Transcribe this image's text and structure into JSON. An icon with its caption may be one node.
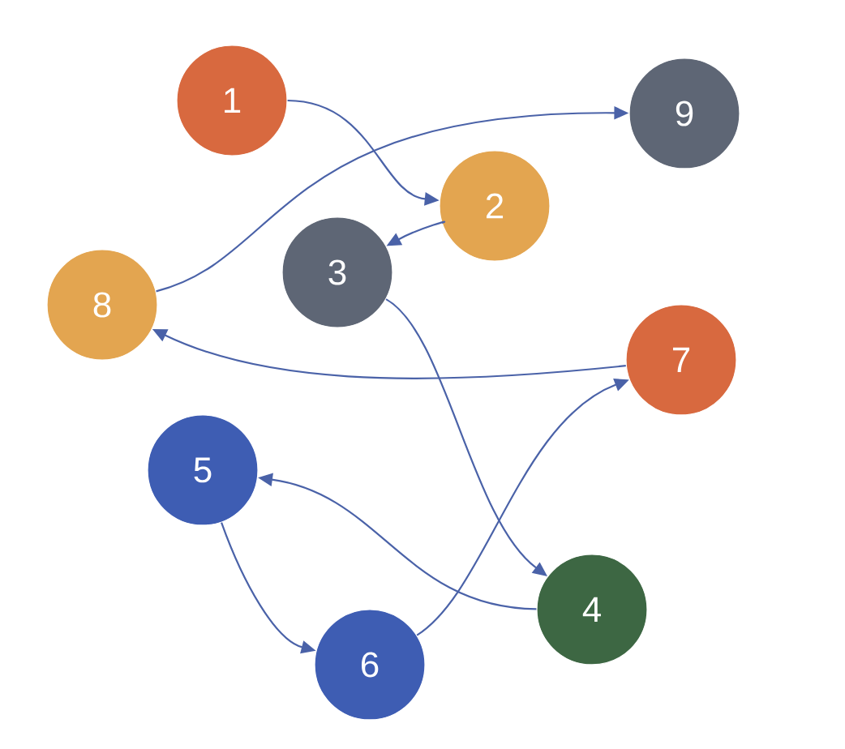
{
  "diagram": {
    "nodes": [
      {
        "text": [
          "1"
        ]
      },
      {
        "text": [
          "9"
        ]
      },
      {
        "text": [
          "2"
        ]
      },
      {
        "text": [
          "3"
        ]
      },
      {
        "text": [
          "8"
        ]
      },
      {
        "text": [
          "7"
        ]
      },
      {
        "text": [
          "5"
        ]
      },
      {
        "text": [
          "4"
        ]
      },
      {
        "text": [
          "6"
        ]
      }
    ],
    "edges": [
      {
        "from": 0,
        "to": 2,
        "arrow": "to"
      },
      {
        "from": 4,
        "to": 1,
        "arrow": "to"
      },
      {
        "from": 2,
        "to": 3,
        "arrow": "to"
      },
      {
        "from": 5,
        "to": 4,
        "arrow": "to"
      },
      {
        "from": 3,
        "to": 7,
        "arrow": "to"
      },
      {
        "from": 8,
        "to": 5,
        "arrow": "to"
      },
      {
        "from": 7,
        "to": 6,
        "arrow": "to"
      },
      {
        "from": 6,
        "to": 8,
        "arrow": "to"
      }
    ]
  }
}
